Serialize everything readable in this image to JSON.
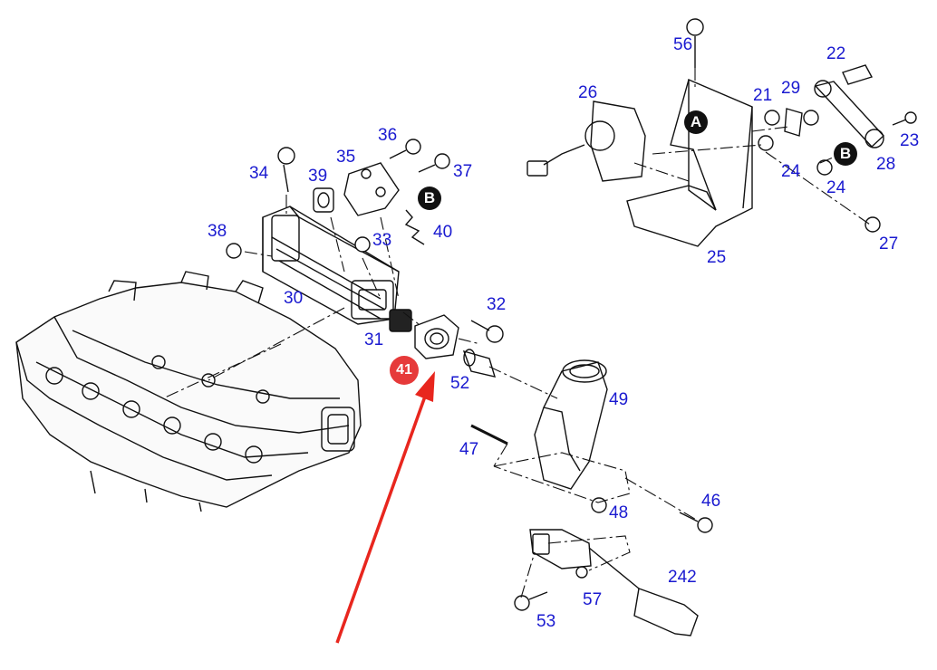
{
  "diagram": {
    "part_numbers": {
      "p21": "21",
      "p22": "22",
      "p23": "23",
      "p24a": "24",
      "p24b": "24",
      "p25": "25",
      "p26": "26",
      "p27": "27",
      "p28": "28",
      "p29": "29",
      "p30": "30",
      "p31": "31",
      "p32": "32",
      "p33": "33",
      "p34": "34",
      "p35": "35",
      "p36": "36",
      "p37": "37",
      "p38": "38",
      "p39": "39",
      "p40": "40",
      "p46": "46",
      "p47": "47",
      "p48": "48",
      "p49": "49",
      "p52": "52",
      "p53": "53",
      "p56": "56",
      "p57": "57",
      "p242": "242"
    },
    "callouts": {
      "a1": "A",
      "b1": "B",
      "b2": "B"
    },
    "highlight": {
      "label": "41",
      "color": "#e63a3a"
    },
    "colors": {
      "label": "#1a1ad0",
      "arrow": "#e8261e",
      "line": "#111111"
    }
  }
}
